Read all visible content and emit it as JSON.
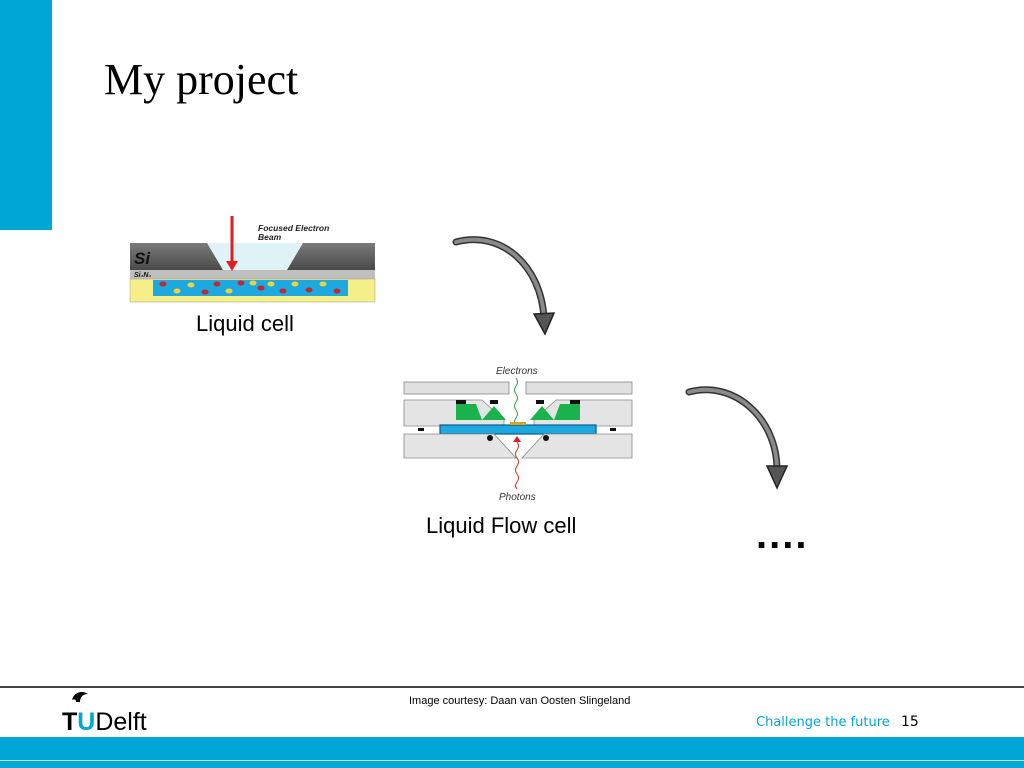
{
  "slide": {
    "title": "My project",
    "page_number": "15",
    "tagline": "Challenge the future",
    "courtesy": "Image courtesy: Daan van Oosten Slingeland",
    "logo_text": "TUDelft"
  },
  "diagram_liquid_cell": {
    "caption": "Liquid cell",
    "beam_label_line1": "Focused Electron",
    "beam_label_line2": "Beam",
    "layer_si": "Si",
    "layer_sin": "Si₃N₄"
  },
  "diagram_flow_cell": {
    "caption": "Liquid Flow cell",
    "top_label": "Electrons",
    "bottom_label": "Photons"
  },
  "continuation": "....",
  "colors": {
    "accent": "#00a6d6",
    "beam_red": "#e02020",
    "liquid_blue": "#1ea8e0",
    "cell_yellow": "#f4ef88",
    "membrane_green": "#19b24b",
    "si_gray": "#5c5c5c"
  }
}
